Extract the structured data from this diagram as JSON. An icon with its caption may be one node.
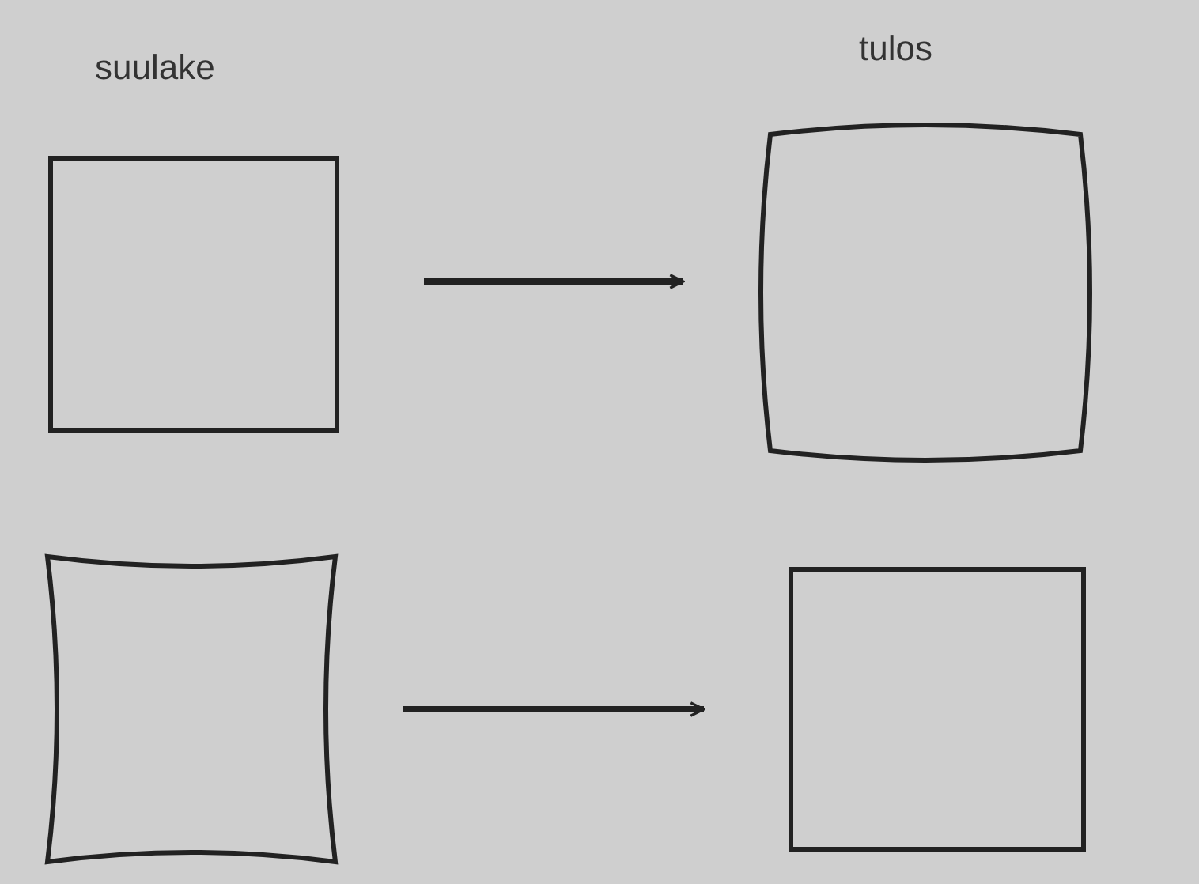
{
  "diagram": {
    "nodes": [
      {
        "text": [],
        "shape": "box"
      },
      {
        "text": [],
        "shape": "box"
      },
      {
        "text": [],
        "shape": "box"
      },
      {
        "text": [],
        "shape": "box"
      }
    ],
    "edges": [
      {
        "from": 0,
        "to": 1,
        "arrow": "to"
      },
      {
        "from": 2,
        "to": 3,
        "arrow": "to"
      }
    ],
    "labels": [
      "suulake",
      "tulos"
    ]
  }
}
